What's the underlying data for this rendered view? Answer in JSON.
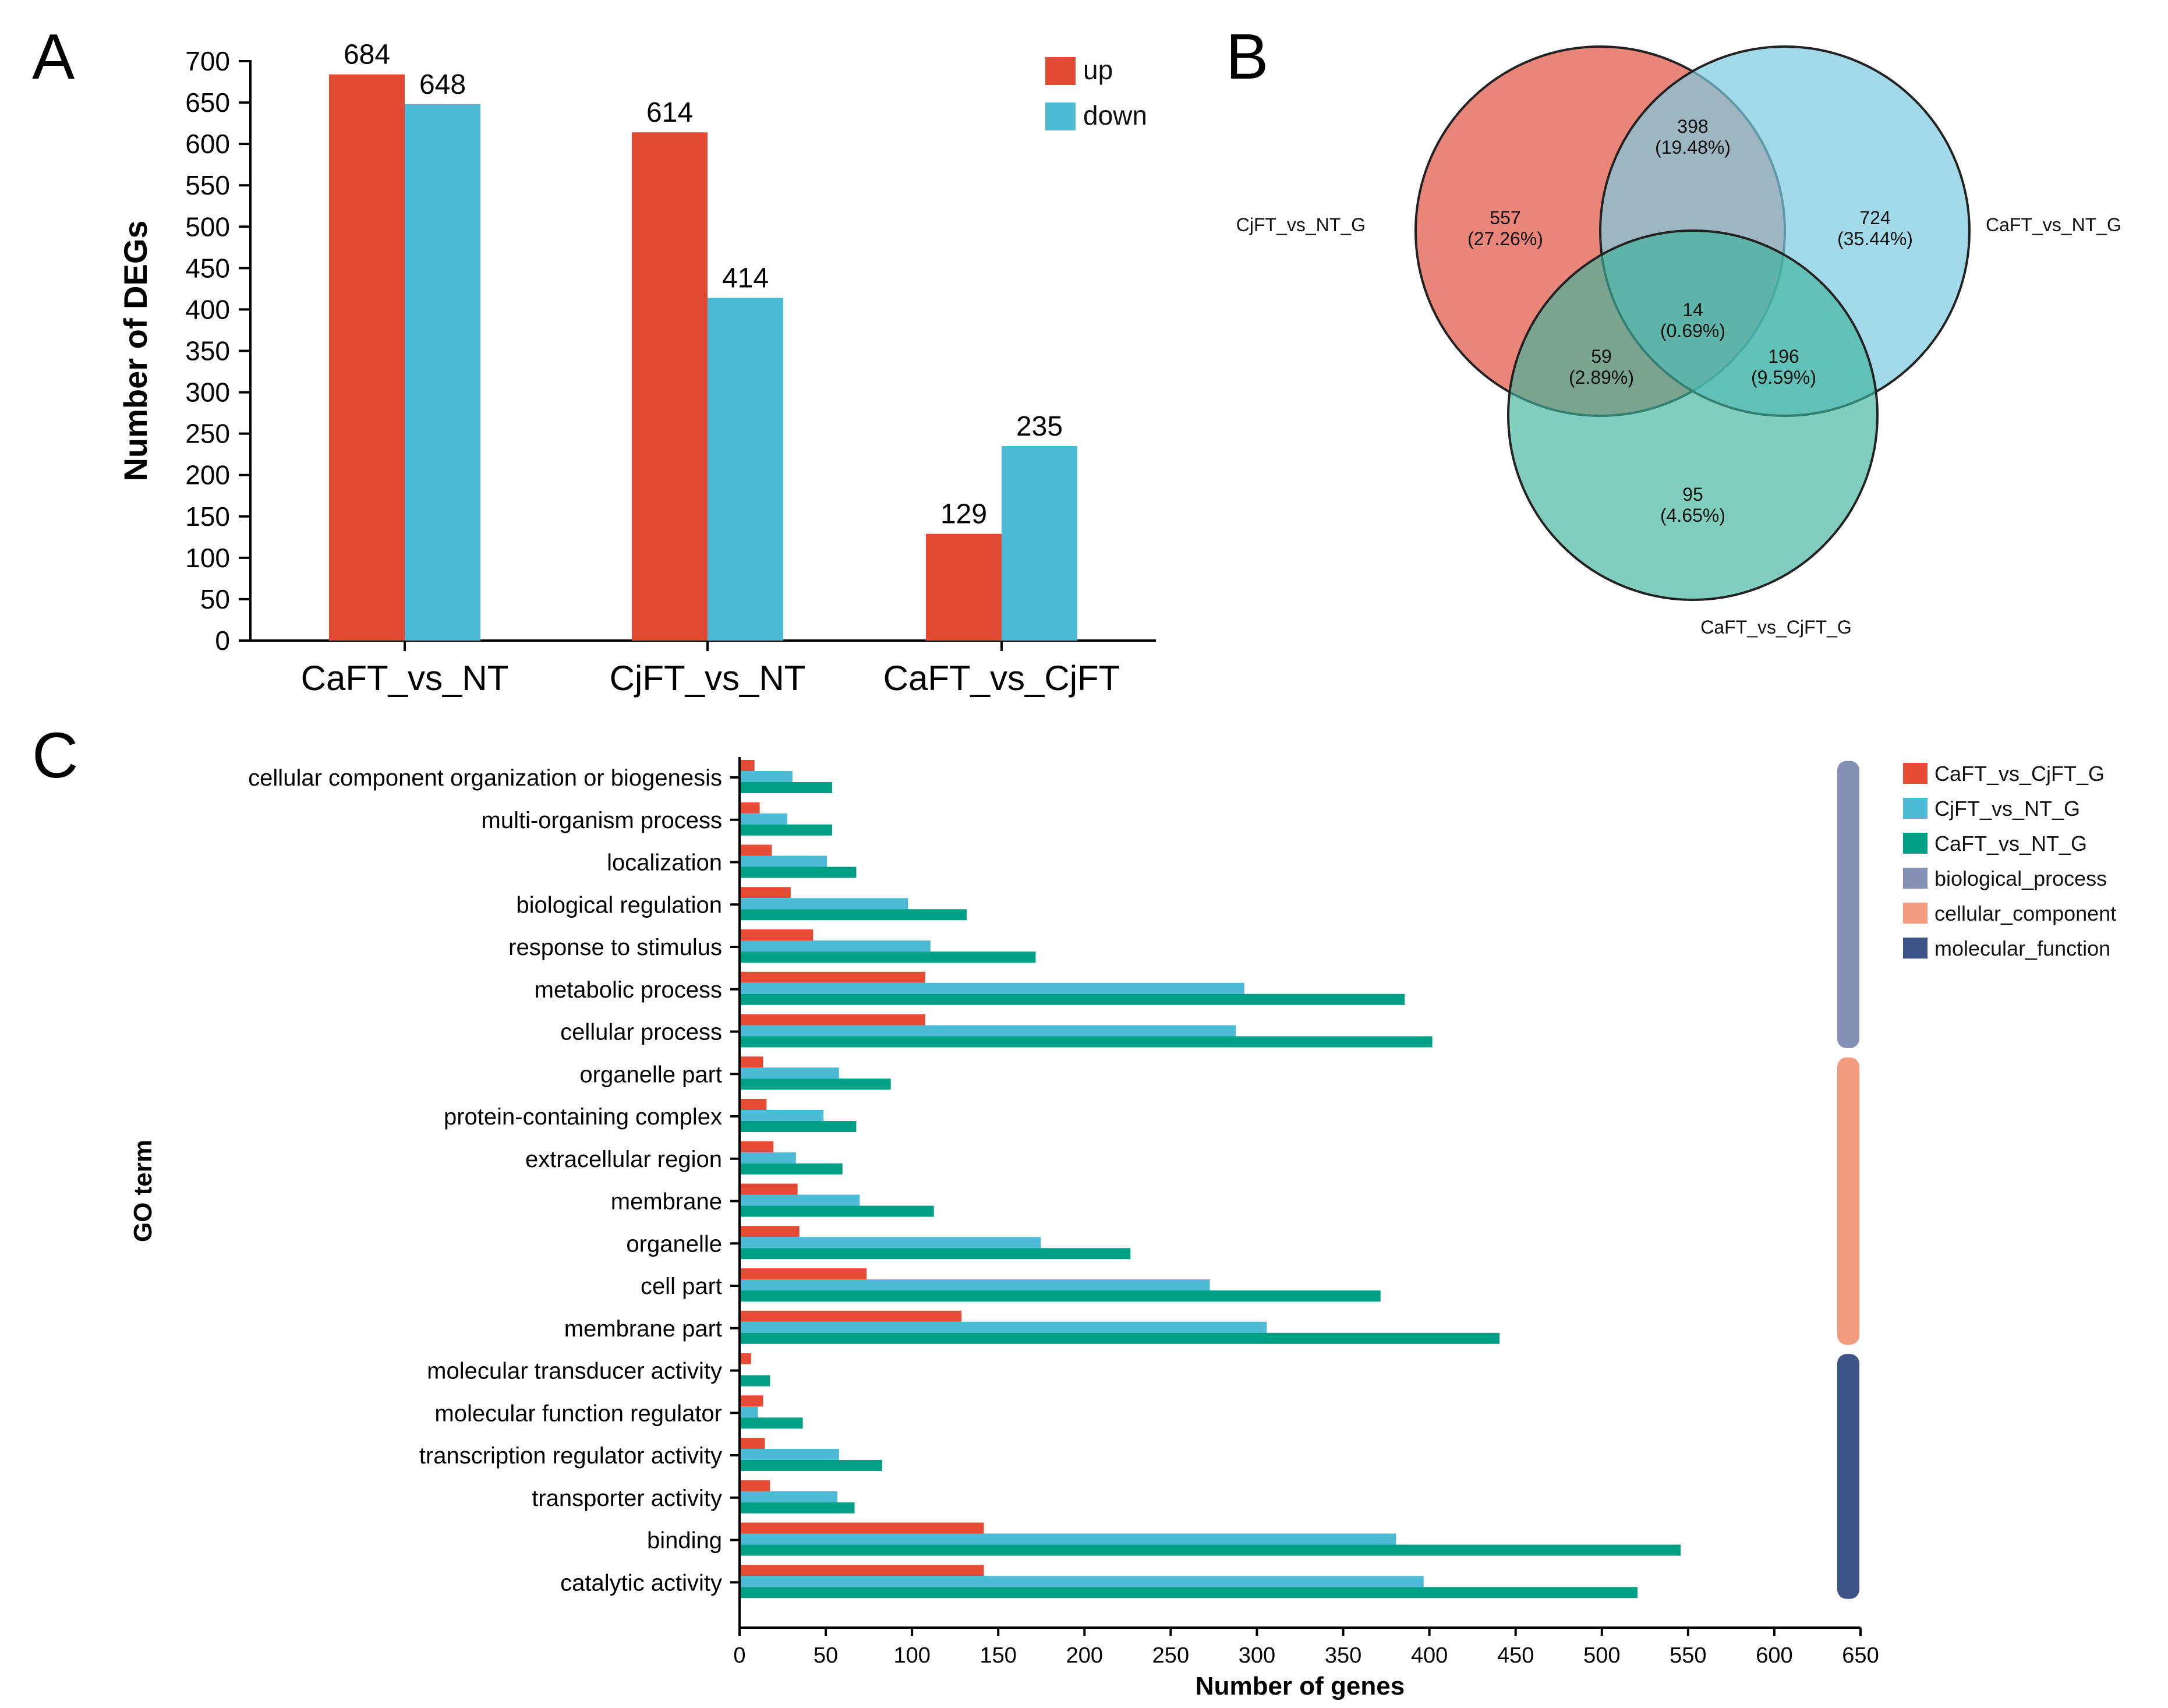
{
  "panels": {
    "a": "A",
    "b": "B",
    "c": "C"
  },
  "colors": {
    "up": "#e34a33",
    "down": "#4cbbd5",
    "caft_cjft": "#e64b35",
    "cjft_nt": "#4dbbd5",
    "caft_nt": "#00a087",
    "bp": "#8491b4",
    "cc": "#f39b7f",
    "mf": "#3c5488",
    "venn1": "#e8786a",
    "venn2": "#7ccbe0",
    "venn3": "#3db49c"
  },
  "chart_data": [
    {
      "type": "bar",
      "panel": "A",
      "categories": [
        "CaFT_vs_NT",
        "CjFT_vs_NT",
        "CaFT_vs_CjFT"
      ],
      "series": [
        {
          "name": "up",
          "values": [
            684,
            614,
            129
          ]
        },
        {
          "name": "down",
          "values": [
            648,
            414,
            235
          ]
        }
      ],
      "ylabel": "Number of DEGs",
      "xlabel": "",
      "ylim": [
        0,
        700
      ],
      "yticks": [
        "0",
        "50",
        "100",
        "150",
        "200",
        "250",
        "300",
        "350",
        "400",
        "450",
        "500",
        "550",
        "600",
        "650",
        "700"
      ],
      "legend_position": "top-right",
      "grid": false
    },
    {
      "type": "venn",
      "panel": "B",
      "sets": [
        "CjFT_vs_NT_G",
        "CaFT_vs_NT_G",
        "CaFT_vs_CjFT_G"
      ],
      "regions": [
        {
          "id": "only1",
          "count": "557",
          "pct": "(27.26%)"
        },
        {
          "id": "only2",
          "count": "724",
          "pct": "(35.44%)"
        },
        {
          "id": "only3",
          "count": "95",
          "pct": "(4.65%)"
        },
        {
          "id": "r12",
          "count": "398",
          "pct": "(19.48%)"
        },
        {
          "id": "r13",
          "count": "59",
          "pct": "(2.89%)"
        },
        {
          "id": "r23",
          "count": "196",
          "pct": "(9.59%)"
        },
        {
          "id": "r123",
          "count": "14",
          "pct": "(0.69%)"
        }
      ]
    },
    {
      "type": "bar",
      "panel": "C",
      "orientation": "horizontal",
      "xlabel": "Number of genes",
      "ylabel": "GO term",
      "xlim": [
        0,
        650
      ],
      "xticks": [
        "0",
        "50",
        "100",
        "150",
        "200",
        "250",
        "300",
        "350",
        "400",
        "450",
        "500",
        "550",
        "600",
        "650"
      ],
      "categories": [
        "cellular component organization or biogenesis",
        "multi-organism process",
        "localization",
        "biological regulation",
        "response to stimulus",
        "metabolic process",
        "cellular process",
        "organelle part",
        "protein-containing complex",
        "extracellular region",
        "membrane",
        "organelle",
        "cell part",
        "membrane part",
        "molecular transducer activity",
        "molecular function regulator",
        "transcription regulator activity",
        "transporter activity",
        "binding",
        "catalytic activity"
      ],
      "series": [
        {
          "name": "CaFT_vs_CjFT_G",
          "values": [
            8,
            11,
            18,
            29,
            42,
            107,
            107,
            13,
            15,
            19,
            33,
            34,
            73,
            128,
            6,
            13,
            14,
            17,
            141,
            141
          ]
        },
        {
          "name": "CjFT_vs_NT_G",
          "values": [
            30,
            27,
            50,
            97,
            110,
            292,
            287,
            57,
            48,
            32,
            69,
            174,
            272,
            305,
            0,
            10,
            57,
            56,
            380,
            396
          ]
        },
        {
          "name": "CaFT_vs_NT_G",
          "values": [
            53,
            53,
            67,
            131,
            171,
            385,
            401,
            87,
            67,
            59,
            112,
            226,
            371,
            440,
            17,
            36,
            82,
            66,
            545,
            520
          ]
        }
      ],
      "groups": [
        {
          "name": "biological_process",
          "from": 0,
          "to": 6
        },
        {
          "name": "cellular_component",
          "from": 7,
          "to": 13
        },
        {
          "name": "molecular_function",
          "from": 14,
          "to": 19
        }
      ],
      "legend": [
        "CaFT_vs_CjFT_G",
        "CjFT_vs_NT_G",
        "CaFT_vs_NT_G",
        "biological_process",
        "cellular_component",
        "molecular_function"
      ],
      "legend_position": "right",
      "grid": false
    }
  ]
}
